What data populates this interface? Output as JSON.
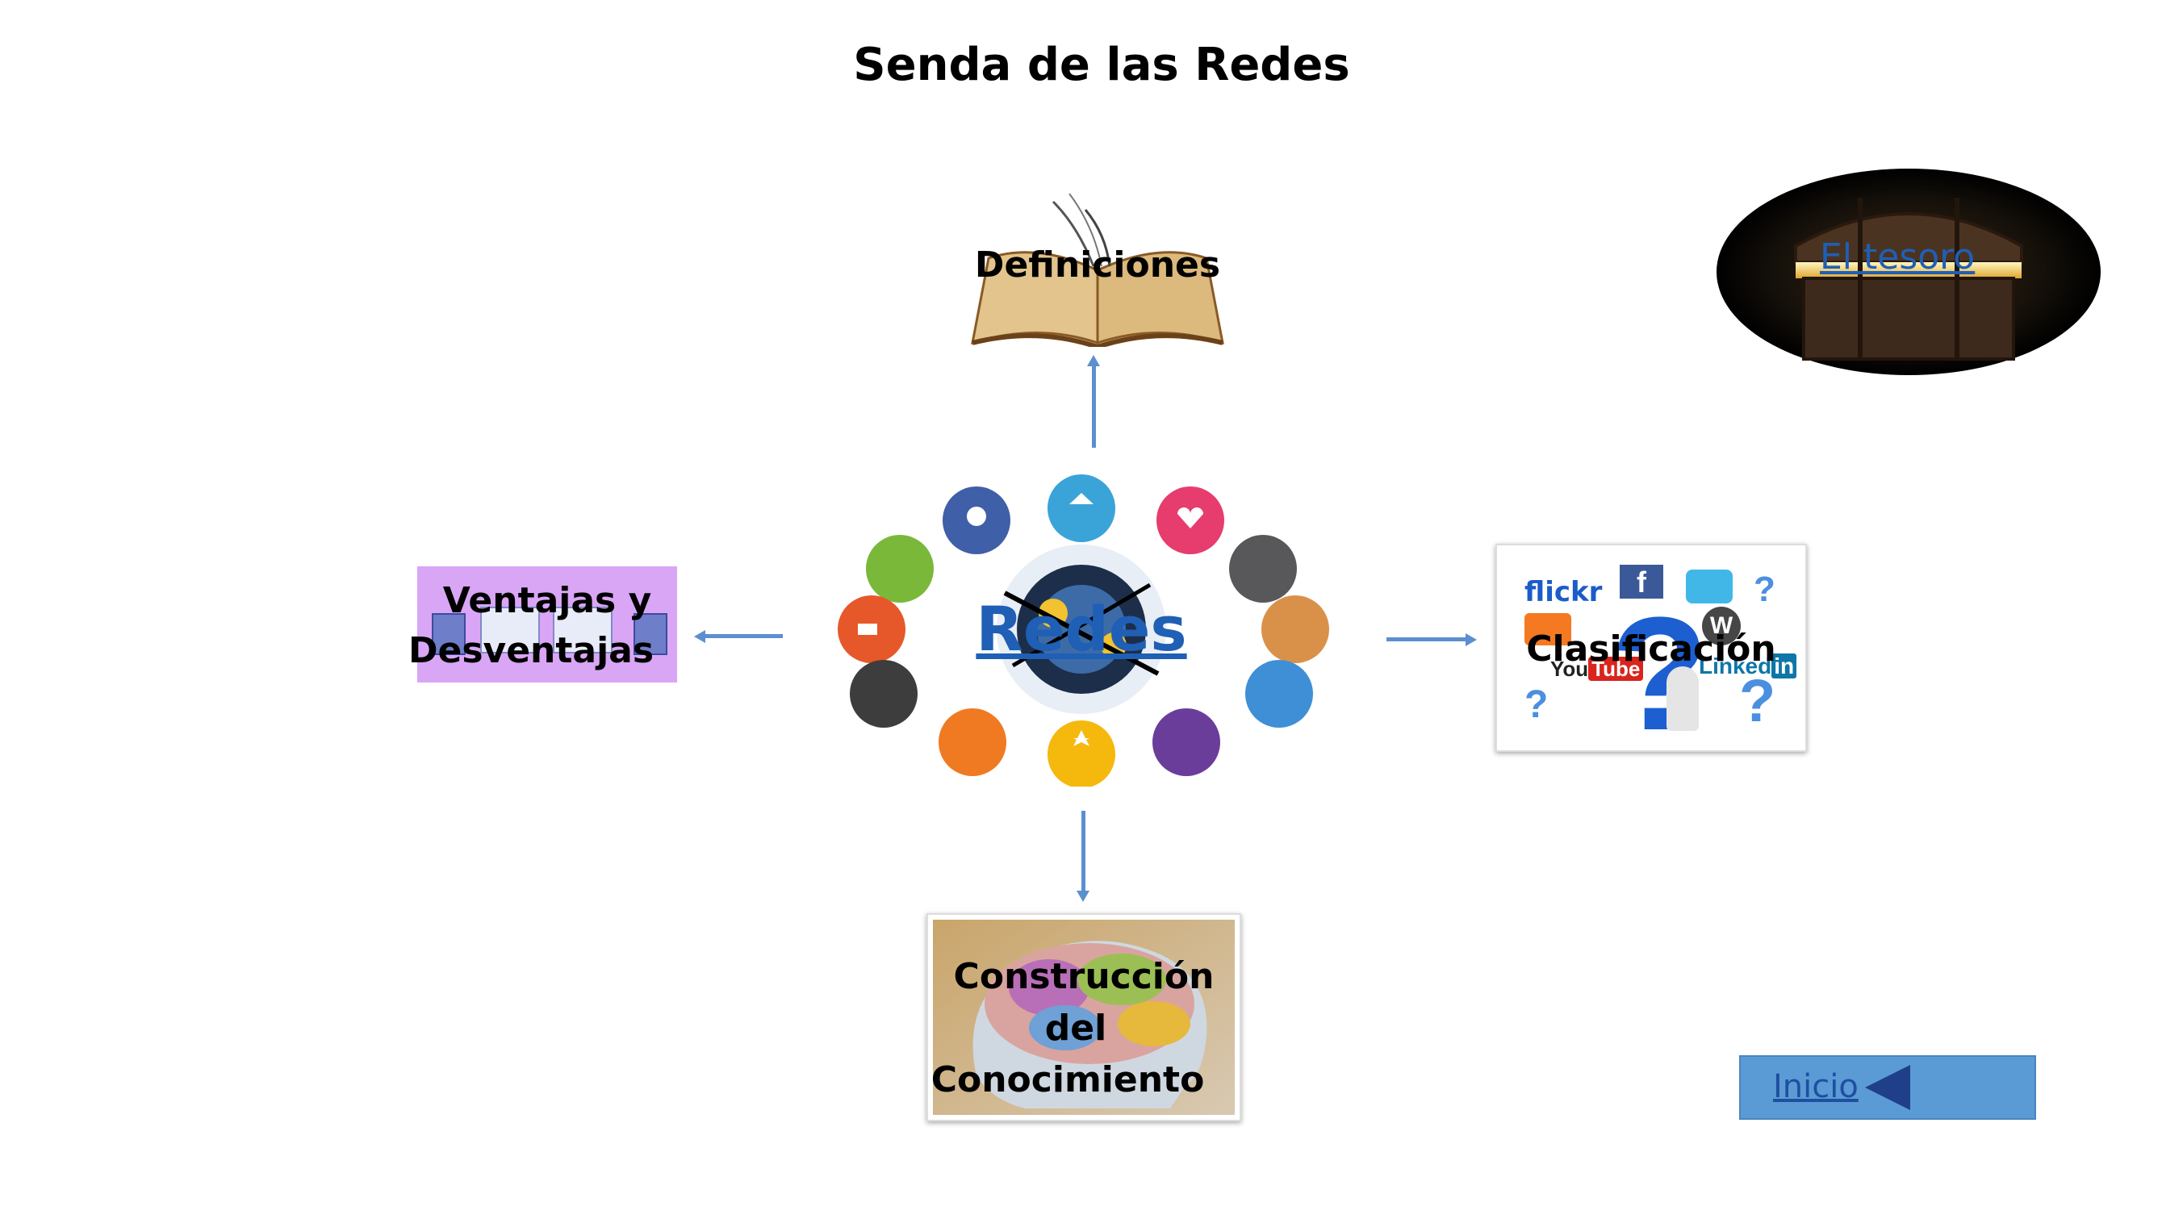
{
  "page": {
    "title": "Senda de las Redes"
  },
  "center": {
    "label": "Redes"
  },
  "nodes": {
    "definiciones": "Definiciones",
    "ventajas_line1": "Ventajas y",
    "ventajas_line2": "Desventajas",
    "clasificacion": "Clasificación",
    "construccion_line1": "Construcción",
    "construccion_line2": "del",
    "construccion_line3": "Conocimiento"
  },
  "clasificacion_logos": {
    "flickr": "flickr",
    "youtube_you": "You",
    "youtube_tube": "Tube",
    "linkedin": "Linked",
    "linkedin_in": "in"
  },
  "treasure": {
    "label": "El tesoro"
  },
  "inicio_button": {
    "label": "Inicio"
  },
  "colors": {
    "arrow": "#5b8fd0",
    "link": "#1f5fb5",
    "ventajas_bg": "#d9a6f5",
    "inicio_bg": "#5b9bd5"
  },
  "icons": [
    "book-icon",
    "treasure-chest-icon",
    "brain-icon",
    "social-network-icon",
    "back-arrow-icon"
  ]
}
